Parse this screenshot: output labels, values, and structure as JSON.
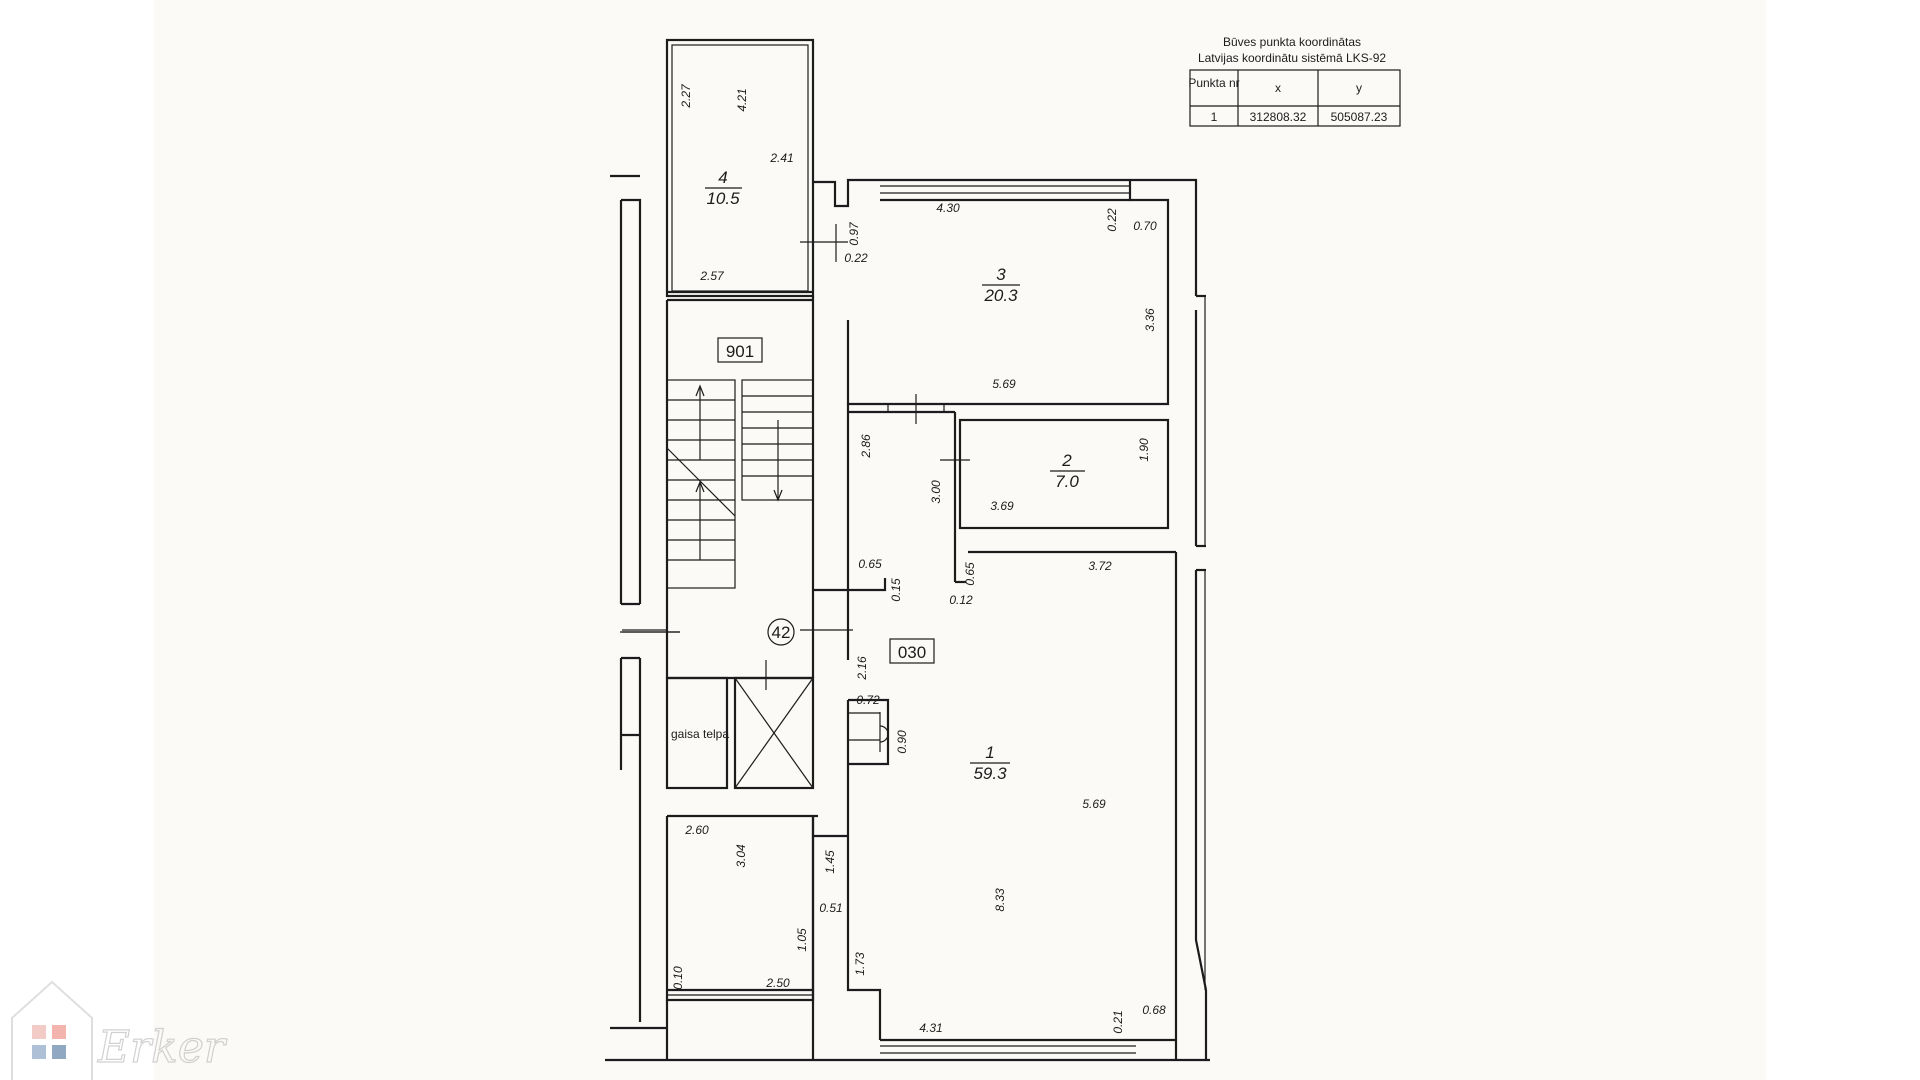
{
  "coord_table": {
    "title_line1": "Būves punkta koordinātas",
    "title_line2": "Latvijas koordinātu sistēmā LKS-92",
    "headers": [
      "Punkta nr",
      "x",
      "y"
    ],
    "rows": [
      [
        "1",
        "312808.32",
        "505087.23"
      ]
    ]
  },
  "rooms": {
    "r1": {
      "num": "1",
      "area": "59.3"
    },
    "r2": {
      "num": "2",
      "area": "7.0"
    },
    "r3": {
      "num": "3",
      "area": "20.3"
    },
    "r4": {
      "num": "4",
      "area": "10.5"
    }
  },
  "tags": {
    "t901": "901",
    "t030": "030",
    "t42": "42"
  },
  "labels": {
    "gaisa": "gaisa telpa"
  },
  "dims": {
    "d227": "2.27",
    "d421": "4.21",
    "d241": "2.41",
    "d257": "2.57",
    "d430": "4.30",
    "d022a": "0.22",
    "d070a": "0.70",
    "d097": "0.97",
    "d022b": "0.22",
    "d336": "3.36",
    "d569a": "5.69",
    "d286": "2.86",
    "d300": "3.00",
    "d190": "1.90",
    "d369": "3.69",
    "d065a": "0.65",
    "d015": "0.15",
    "d065b": "0.65",
    "d012": "0.12",
    "d372": "3.72",
    "d216": "2.16",
    "d072": "0.72",
    "d090": "0.90",
    "d569b": "5.69",
    "d260": "2.60",
    "d304": "3.04",
    "d145": "1.45",
    "d051": "0.51",
    "d105": "1.05",
    "d173": "1.73",
    "d833": "8.33",
    "d010": "0.10",
    "d250": "2.50",
    "d431": "4.31",
    "d021": "0.21",
    "d068": "0.68"
  },
  "watermark": {
    "text": "Erker"
  }
}
